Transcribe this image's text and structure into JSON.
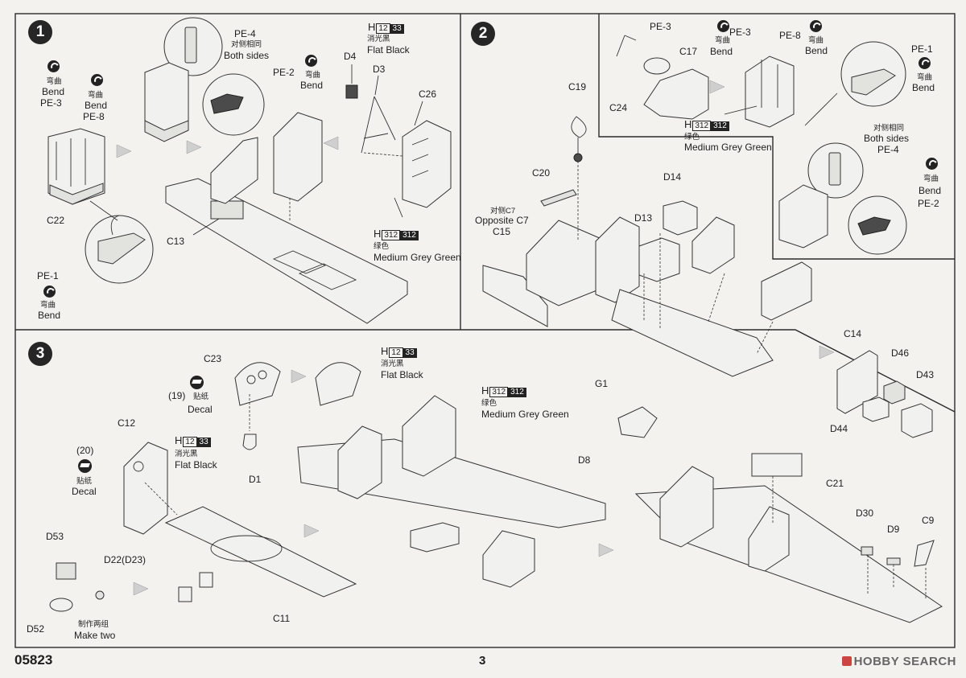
{
  "page": {
    "model_number": "05823",
    "page_number": "3",
    "watermark": "HOBBY SEARCH"
  },
  "steps": [
    "1",
    "2",
    "3"
  ],
  "instructions": {
    "bend_zh": "弯曲",
    "bend_en": "Bend",
    "both_sides_zh": "对侧相同",
    "both_sides_en": "Both sides",
    "opposite_zh": "对侧C7",
    "opposite_en": "Opposite C7",
    "decal_zh": "贴纸",
    "decal_en": "Decal",
    "make_two_zh": "制作两组",
    "make_two_en": "Make two"
  },
  "colors": {
    "flat_black": {
      "prefix": "H",
      "code1": "12",
      "code2": "33",
      "zh": "消光黑",
      "en": "Flat Black"
    },
    "grey_green": {
      "prefix": "H",
      "code1": "312",
      "code2": "312",
      "zh": "绿色",
      "en": "Medium Grey Green"
    }
  },
  "parts": {
    "PE1": "PE-1",
    "PE2": "PE-2",
    "PE3": "PE-3",
    "PE4": "PE-4",
    "PE8": "PE-8",
    "C7": "C7",
    "C9": "C9",
    "C11": "C11",
    "C12": "C12",
    "C13": "C13",
    "C14": "C14",
    "C15": "C15",
    "C17": "C17",
    "C19": "C19",
    "C20": "C20",
    "C21": "C21",
    "C22": "C22",
    "C23": "C23",
    "C24": "C24",
    "C26": "C26",
    "D1": "D1",
    "D3": "D3",
    "D4": "D4",
    "D8": "D8",
    "D9": "D9",
    "D13": "D13",
    "D14": "D14",
    "D22": "D22(D23)",
    "D30": "D30",
    "D43": "D43",
    "D44": "D44",
    "D46": "D46",
    "D52": "D52",
    "D53": "D53",
    "G1": "G1"
  },
  "decals": {
    "d19": "(19)",
    "d20": "(20)"
  }
}
